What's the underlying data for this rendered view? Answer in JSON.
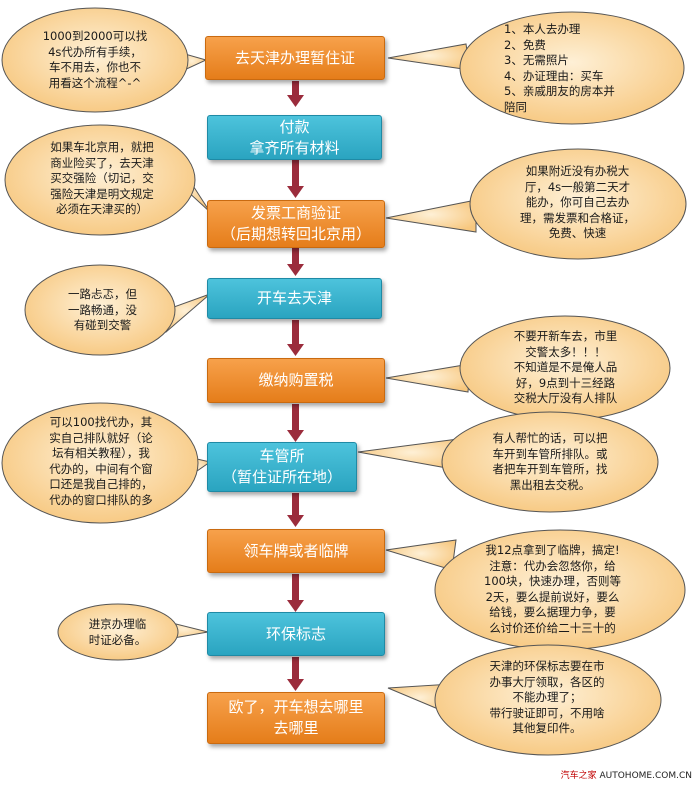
{
  "steps": [
    {
      "lines": [
        "去天津办理暂住证"
      ],
      "kind": "orange"
    },
    {
      "lines": [
        "付款",
        "拿齐所有材料"
      ],
      "kind": "blue"
    },
    {
      "lines": [
        "发票工商验证",
        "（后期想转回北京用）"
      ],
      "kind": "orange"
    },
    {
      "lines": [
        "开车去天津"
      ],
      "kind": "blue"
    },
    {
      "lines": [
        "缴纳购置税"
      ],
      "kind": "orange"
    },
    {
      "lines": [
        "车管所",
        "（暂住证所在地）"
      ],
      "kind": "blue"
    },
    {
      "lines": [
        "领车牌或者临牌"
      ],
      "kind": "orange"
    },
    {
      "lines": [
        "环保标志"
      ],
      "kind": "blue"
    },
    {
      "lines": [
        "欧了，开车想去哪里",
        "去哪里"
      ],
      "kind": "orange"
    }
  ],
  "notes": {
    "n1": "1000到2000可以找\n4s代办所有手续，\n车不用去，你也不\n用看这个流程^-^",
    "n2": "1、本人去办理\n2、免费\n3、无需照片\n4、办证理由：买车\n5、亲戚朋友的房本并\n陪同",
    "n3": "如果车北京用，就把\n商业险买了，去天津\n买交强险（切记，交\n强险天津是明文规定\n必须在天津买的）",
    "n4": "如果附近没有办税大\n厅，4s一般第二天才\n能办，你可自己去办\n理，需发票和合格证，\n免费、快速",
    "n5": "一路忐忑，但\n一路畅通，没\n有碰到交警",
    "n6": "不要开新车去，市里\n交警太多！！！\n不知道是不是俺人品\n好，9点到十三经路\n交税大厅没有人排队",
    "n7": "可以100找代办，其\n实自己排队就好（论\n坛有相关教程），我\n代办的，中间有个窗\n口还是我自己排的，\n代办的窗口排队的多",
    "n8": "有人帮忙的话，可以把\n车开到车管所排队。或\n者把车开到车管所，找\n黑出租去交税。",
    "n9": "我12点拿到了临牌，搞定!\n注意：代办会忽悠你，给\n100块，快速办理，否则等\n2天，要么提前说好，要么\n给钱，要么据理力争，要\n么讨价还价给二十三十的",
    "n10": "进京办理临\n时证必备。",
    "n11": "天津的环保标志要在市\n办事大厅领取，各区的\n不能办理了；\n带行驶证即可，不用啥\n其他复印件。"
  },
  "footer": {
    "site": "汽车之家",
    "domain": "AUTOHOME.COM.CN"
  },
  "colors": {
    "orange": "#ee8b2c",
    "blue": "#35b1cc",
    "bubble_fill": "#fcd9a4",
    "bubble_stroke": "#555555",
    "arrow": "#9b2c3c"
  }
}
